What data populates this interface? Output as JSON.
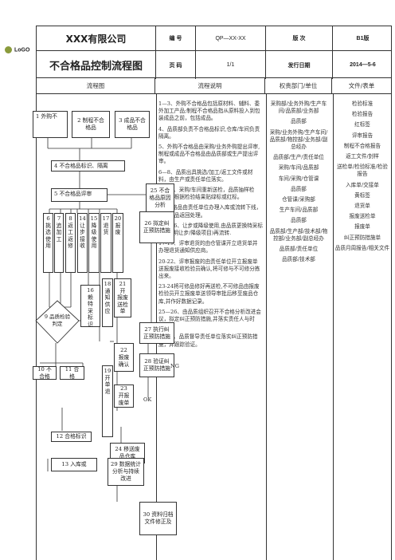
{
  "logo": "LoGO",
  "header": {
    "company": "XXX有限公司",
    "doc_title": "不合格品控制流程图",
    "no_label": "编  号",
    "no_value": "QP—XX-XX",
    "version_label": "版    次",
    "version_value": "B1版",
    "page_label": "页  码",
    "page_value": "1/1",
    "date_label": "发行日期",
    "date_value": "2014—5-6"
  },
  "columns": {
    "flow": "流程图",
    "desc": "流程说明",
    "dept": "权责部门/单位",
    "form": "文件/表单"
  },
  "flow": {
    "b1": "1 外购不",
    "b2": "2 制程不合格品",
    "b3": "3 成品不合格品",
    "b4": "4 不合格品标识、隔离",
    "b5": "5 不合格品评审",
    "b25": "25 不合格品原因分析",
    "v6": [
      "6",
      "挑",
      "选",
      "使",
      "用"
    ],
    "v7": [
      "7",
      "追",
      "加",
      "工"
    ],
    "v8": [
      "8",
      "返",
      "工",
      "返",
      "修"
    ],
    "v14": [
      "14",
      "让",
      "步",
      "接",
      "收"
    ],
    "v15": [
      "15",
      "降",
      "级",
      "使",
      "用"
    ],
    "v17": [
      "17",
      "退",
      "货"
    ],
    "v20": [
      "20",
      "报",
      "废"
    ],
    "b26": "26 拟定纠正预防措施",
    "d9": "9 品质检验判定",
    "v16": [
      "16",
      "赖",
      "特",
      "采",
      "标",
      "识"
    ],
    "v18": [
      "18",
      "通",
      "知",
      "供",
      "应"
    ],
    "v21": [
      "21",
      "开",
      "报废",
      "送检",
      "单"
    ],
    "b27": "27 执行纠正预防措施",
    "b22": "22 报废确认",
    "b28": "28 验证纠正预防措施",
    "ng": "NG",
    "ok": "OK",
    "b10": "10 不合格",
    "b11": "11 合格",
    "v19": [
      "19",
      "开",
      "单",
      "退"
    ],
    "b23": "23 开报废单",
    "b12": "12 合格标识",
    "b24": "24 移送废品仓库",
    "b13": "13 入库或",
    "b29": "29 数据统计分析与持续改进",
    "b30": "30 资料归档文件修正及"
  },
  "desc": [
    "1—3、外购不合格品包括原材料、辅料、委外加工产品;制程不合格品指从原料投入到包装成品之前，包括成品。",
    "4、品质部负责不合格品标识,仓库/车间负责隔离。",
    "5、外购不合格品由采购/业务外购提出评审,制程或成品不合格品由品质部或生产提出评审。",
    "6—8、品质出具挑选/加工/返工文件或材料，由生产或责任单位落实。",
    "9—12、采购/车间重新送检，品质抽样检验，并根据检验结果贴绿标或红标。",
    "13.合格品由责任单位办理入库或流转下线，不合格品返回处理。",
    "14—16、让步或降级使用,由品质更换特采标识((注明让步/降级项目)再流转.",
    "17-19、评审退货的由仓管课开立退货单并办理退货通知供应商。",
    "20-22、评审报废的由责任单位开立报废单送报废接收检验员确认,将可修与不可修分拣出来。",
    "23-24将可修品修好再送检,不可修品由报废检验员开立报废单送领导审批后移至废品仓库,并作好数据记录。",
    "25—26、由品质组织召开不合格分析改进会议，拟定纠正预防措施,并落实责任人与时限。",
    "27-28、品质督导责任单位落实纠正预防措施，并跟踪验证。"
  ],
  "dept": [
    "采购部/业务外购/生产车间/品质部/业务部",
    "品质部",
    "采购/业务外购/生产车间/品质部/物控部/业务部/副总经办",
    "品质部/生产/责任单位",
    "采购/车间/品质部",
    "车间/采购/仓管课",
    "品质部",
    "仓管课/采购部",
    "生产车间/品质部",
    "品质部",
    "品质部/生产部/技术部/物控部/业务部/副总经办",
    "品质部/责任单位",
    "品质部/技术部"
  ],
  "forms": [
    "检验标准",
    "检验报告",
    "红标签",
    "评审报告",
    "制程不合格报告",
    "返工文件/封样",
    "送检单/检验标准/检验报告",
    "入库单/交接单",
    "黄标签",
    "退货单",
    "报废送检单",
    "报废单",
    "纠正预防措施单",
    "品质月周报告/相关文件"
  ]
}
